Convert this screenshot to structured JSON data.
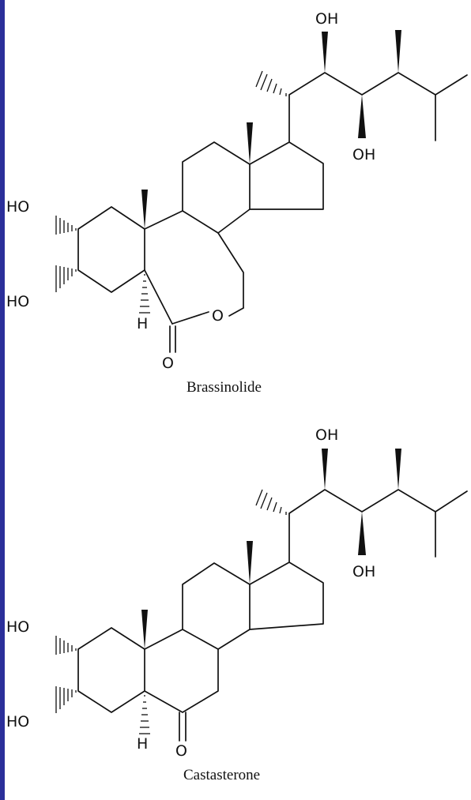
{
  "background_color": "#2b2f9a",
  "panel_color": "#ffffff",
  "structures": [
    {
      "name": "Brassinolide",
      "labels": {
        "ho_top": "HO",
        "ho_bottom": "HO",
        "oh_side_top": "OH",
        "oh_side_bottom": "OH",
        "ring_oxygen": "O",
        "carbonyl_oxygen": "O",
        "hydrogen": "H"
      }
    },
    {
      "name": "Castasterone",
      "labels": {
        "ho_top": "HO",
        "ho_bottom": "HO",
        "oh_side_top": "OH",
        "oh_side_bottom": "OH",
        "carbonyl_oxygen": "O",
        "hydrogen": "H"
      }
    }
  ]
}
